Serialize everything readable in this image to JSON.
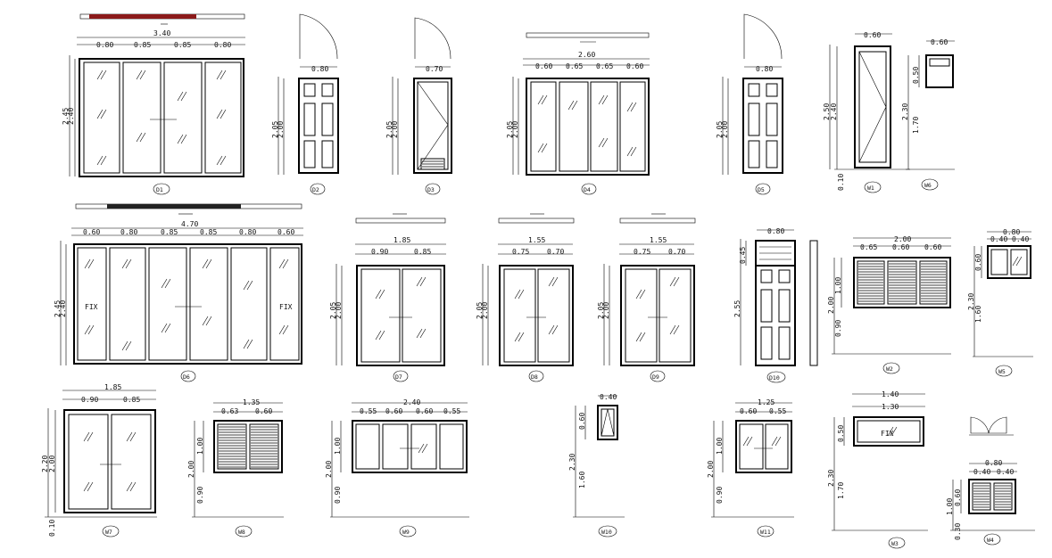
{
  "drawing": {
    "tags": {
      "D1": "D1",
      "D2": "D2",
      "D3": "D3",
      "D4": "D4",
      "D5": "D5",
      "D6": "D6",
      "D7": "D7",
      "D8": "D8",
      "D9": "D9",
      "D10": "D10",
      "W1": "W1",
      "W2": "W2",
      "W3": "W3",
      "W4": "W4",
      "W5": "W5",
      "W6": "W6",
      "W7": "W7",
      "W8": "W8",
      "W9": "W9",
      "W10": "W10",
      "W11": "W11"
    },
    "fix_label": "FIX",
    "dims": {
      "d1_total": "3.40",
      "d1_a": "0.80",
      "d1_b": "0.85",
      "d1_c": "0.85",
      "d1_d": "0.80",
      "d1_h1": "2.45",
      "d1_h2": "2.40",
      "d2_w": "0.80",
      "d2_h1": "2.05",
      "d2_h2": "2.00",
      "d3_w": "0.70",
      "d3_h1": "2.05",
      "d3_h2": "2.00",
      "d4_total": "2.60",
      "d4_a": "0.60",
      "d4_b": "0.65",
      "d4_c": "0.65",
      "d4_d": "0.60",
      "d4_h1": "2.05",
      "d4_h2": "2.00",
      "d5_w": "0.80",
      "d5_h1": "2.05",
      "d5_h2": "2.00",
      "w1_w": "0.60",
      "w1_h1": "2.50",
      "w1_h2": "2.40",
      "w1_sill": "0.10",
      "w6_w": "0.60",
      "w6_h1": "0.50",
      "w6_h2": "2.30",
      "w6_h3": "1.70",
      "d6_total": "4.70",
      "d6_a": "0.60",
      "d6_b": "0.80",
      "d6_c": "0.85",
      "d6_d": "0.85",
      "d6_e": "0.80",
      "d6_f": "0.60",
      "d6_h1": "2.45",
      "d6_h2": "2.40",
      "d7_total": "1.85",
      "d7_a": "0.90",
      "d7_b": "0.85",
      "d7_h1": "2.05",
      "d7_h2": "2.00",
      "d8_total": "1.55",
      "d8_a": "0.75",
      "d8_b": "0.70",
      "d8_h1": "2.05",
      "d8_h2": "2.00",
      "d9_total": "1.55",
      "d9_a": "0.75",
      "d9_b": "0.70",
      "d9_h1": "2.05",
      "d9_h2": "2.00",
      "d10_w": "0.80",
      "d10_h1": "0.45",
      "d10_h2": "2.55",
      "w2_total": "2.00",
      "w2_a": "0.65",
      "w2_b": "0.60",
      "w2_c": "0.60",
      "w2_h1": "1.00",
      "w2_h2": "2.00",
      "w2_h3": "0.90",
      "w5_total": "0.80",
      "w5_a": "0.40",
      "w5_b": "0.40",
      "w5_h1": "0.60",
      "w5_h2": "2.30",
      "w5_h3": "1.60",
      "w7_total": "1.85",
      "w7_a": "0.90",
      "w7_b": "0.85",
      "w7_h1": "2.20",
      "w7_h2": "2.00",
      "w7_sill": "0.10",
      "w8_total": "1.35",
      "w8_a": "0.63",
      "w8_b": "0.60",
      "w8_h1": "1.00",
      "w8_h2": "2.00",
      "w8_h3": "0.90",
      "w9_total": "2.40",
      "w9_a": "0.55",
      "w9_b": "0.60",
      "w9_c": "0.60",
      "w9_d": "0.55",
      "w9_h1": "1.00",
      "w9_h2": "2.00",
      "w9_h3": "0.90",
      "w10_w": "0.40",
      "w10_h1": "0.60",
      "w10_h2": "2.30",
      "w10_h3": "1.60",
      "w11_total": "1.25",
      "w11_a": "0.60",
      "w11_b": "0.55",
      "w11_h1": "1.00",
      "w11_h2": "2.00",
      "w11_h3": "0.90",
      "w3_total": "1.40",
      "w3_a": "1.30",
      "w3_h1": "0.50",
      "w3_h2": "2.30",
      "w3_h3": "1.70",
      "w4_total": "0.80",
      "w4_a": "0.40",
      "w4_b": "0.40",
      "w4_h1": "0.60",
      "w4_h2": "1.00",
      "w4_h3": "0.30"
    }
  }
}
